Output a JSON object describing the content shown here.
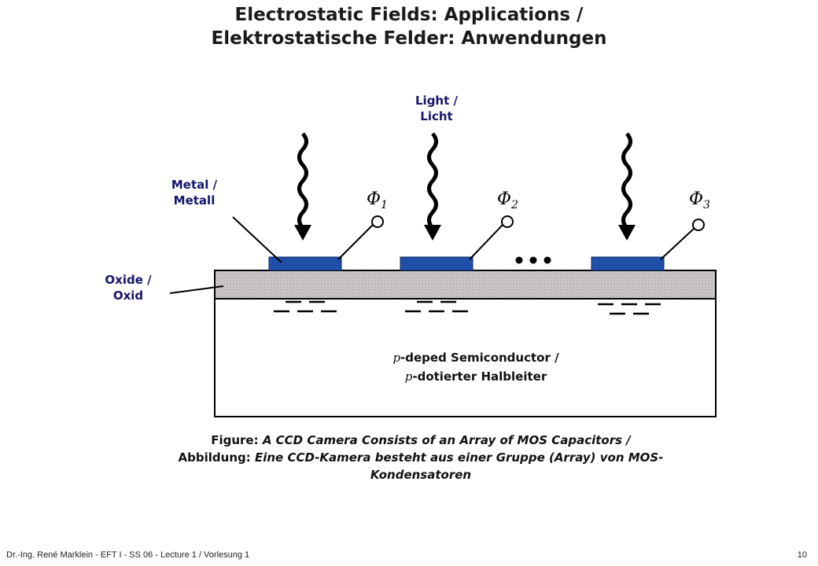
{
  "title": {
    "line1": "Electrostatic Fields: Applications /",
    "line2": "Elektrostatische Felder: Anwendungen"
  },
  "diagram": {
    "light_label": [
      "Light /",
      "Licht"
    ],
    "metal_label": [
      "Metal /",
      "Metall"
    ],
    "oxide_label": [
      "Oxide /",
      "Oxid"
    ],
    "gates": [
      {
        "symbol": "Φ",
        "sub": "1"
      },
      {
        "symbol": "Φ",
        "sub": "2"
      },
      {
        "symbol": "Φ",
        "sub": "3"
      }
    ],
    "ellipsis": "•••",
    "semiconductor": {
      "prefix": "p",
      "line1_rest": "-deped Semiconductor /",
      "line2_rest": "-dotierter Halbleiter"
    },
    "colors": {
      "metal": "#1f4fa8",
      "oxide": "#c7c2c2",
      "label": "#15156a"
    }
  },
  "caption": {
    "fig_word": "Figure",
    "fig_text": "A CCD Camera Consists of an Array of MOS Capacitors /",
    "abb_word": "Abbildung",
    "abb_text": "Eine CCD-Kamera besteht aus einer Gruppe (Array) von MOS-",
    "abb_text2": "Kondensatoren"
  },
  "footer": {
    "text": "Dr.-Ing. René Marklein - EFT I - SS 06 - Lecture 1 / Vorlesung 1",
    "page": "10"
  }
}
